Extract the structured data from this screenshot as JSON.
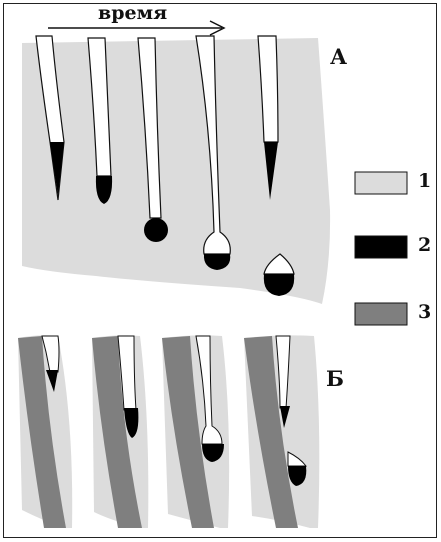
{
  "header": {
    "time_label": "время"
  },
  "panels": {
    "a_label": "А",
    "b_label": "Б"
  },
  "legend": {
    "items": [
      {
        "number": "1",
        "color": "#dcdcdc"
      },
      {
        "number": "2",
        "color": "#000000"
      },
      {
        "number": "3",
        "color": "#7f7f7f"
      }
    ]
  },
  "colors": {
    "background": "#ffffff",
    "light_grey": "#dcdcdc",
    "black": "#000000",
    "dark_grey": "#7f7f7f",
    "outline": "#111111"
  }
}
